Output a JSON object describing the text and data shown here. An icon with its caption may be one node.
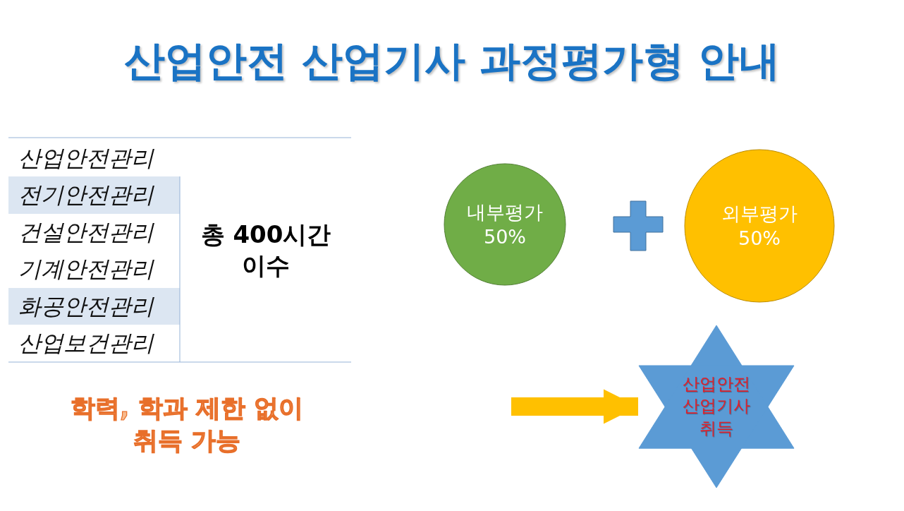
{
  "diagram": {
    "title": "산업안전 산업기사 과정평가형 안내",
    "nodes": [
      {
        "text": [
          "내부평가 50%"
        ]
      },
      {
        "text": [
          "외부평가 50%"
        ]
      },
      {
        "text": [
          "산업안전 산업기사 취득"
        ]
      }
    ],
    "edges": [
      {
        "from": null,
        "to": 2,
        "arrow": "to",
        "color": "#ffc000"
      }
    ],
    "labels": [
      "산업안전관리",
      "총 400시간 이수",
      "전기안전관리",
      "건설안전관리",
      "기계안전관리",
      "화공안전관리",
      "산업보건관리",
      "학력, 학과 제한 없이 취득 가능"
    ]
  }
}
